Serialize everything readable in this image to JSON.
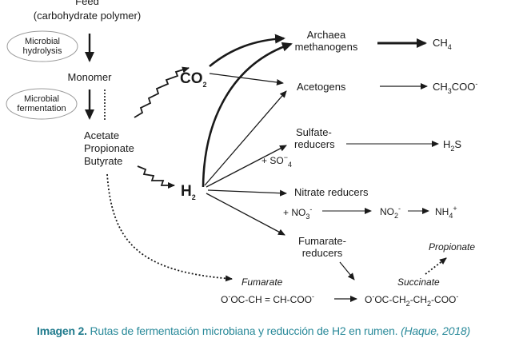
{
  "diagram": {
    "feed": "Feed",
    "feed_sub": "(carbohydrate polymer)",
    "hydrolysis_l1": "Microbial",
    "hydrolysis_l2": "hydrolysis",
    "monomer": "Monomer",
    "fermentation_l1": "Microbial",
    "fermentation_l2": "fermentation",
    "vfa_1": "Acetate",
    "vfa_2": "Propionate",
    "vfa_3": "Butyrate",
    "co2_base": "CO",
    "co2_sub": "2",
    "h2_base": "H",
    "h2_sub": "2",
    "archaea_l1": "Archaea",
    "archaea_l2": "methanogens",
    "ch4_base": "CH",
    "ch4_sub": "4",
    "acetogens": "Acetogens",
    "ch3coo_base": "CH",
    "ch3coo_sub": "3",
    "ch3coo_tail": "COO",
    "ch3coo_sup": "-",
    "sulfate_l1": "Sulfate-",
    "sulfate_l2": "reducers",
    "h2s_base": "H",
    "h2s_sub": "2",
    "h2s_tail": "S",
    "so4_pre": "+ SO",
    "so4_sup": "−",
    "so4_sub": "4",
    "nitrate": "Nitrate reducers",
    "no3_pre": "+ NO",
    "no3_sub": "3",
    "no3_sup": "-",
    "no2_base": "NO",
    "no2_sub": "2",
    "no2_sup": "-",
    "nh4_base": "NH",
    "nh4_sub": "4",
    "nh4_sup": "+",
    "fumarate_red_l1": "Fumarate-",
    "fumarate_red_l2": "reducers",
    "propionate": "Propionate",
    "fumarate": "Fumarate",
    "succinate": "Succinate",
    "fum_formula_a": "O",
    "fum_formula_sup": "-",
    "fum_formula_b": "OC-CH = CH-COO",
    "fum_formula_sup2": "-",
    "suc_a": "O",
    "suc_sup1": "-",
    "suc_b": "OC-CH",
    "suc_sub1": "2",
    "suc_c": "-CH",
    "suc_sub2": "2",
    "suc_d": "-COO",
    "suc_sup2": "-"
  },
  "caption": {
    "lead": "Imagen 2.",
    "text": " Rutas de fermentación microbiana y reducción de H2 en rumen. ",
    "cite": "(Haque, 2018)"
  },
  "colors": {
    "ink": "#1a1a1a",
    "caption": "#2a8a9a",
    "oval_stroke": "#9a9a9a"
  }
}
